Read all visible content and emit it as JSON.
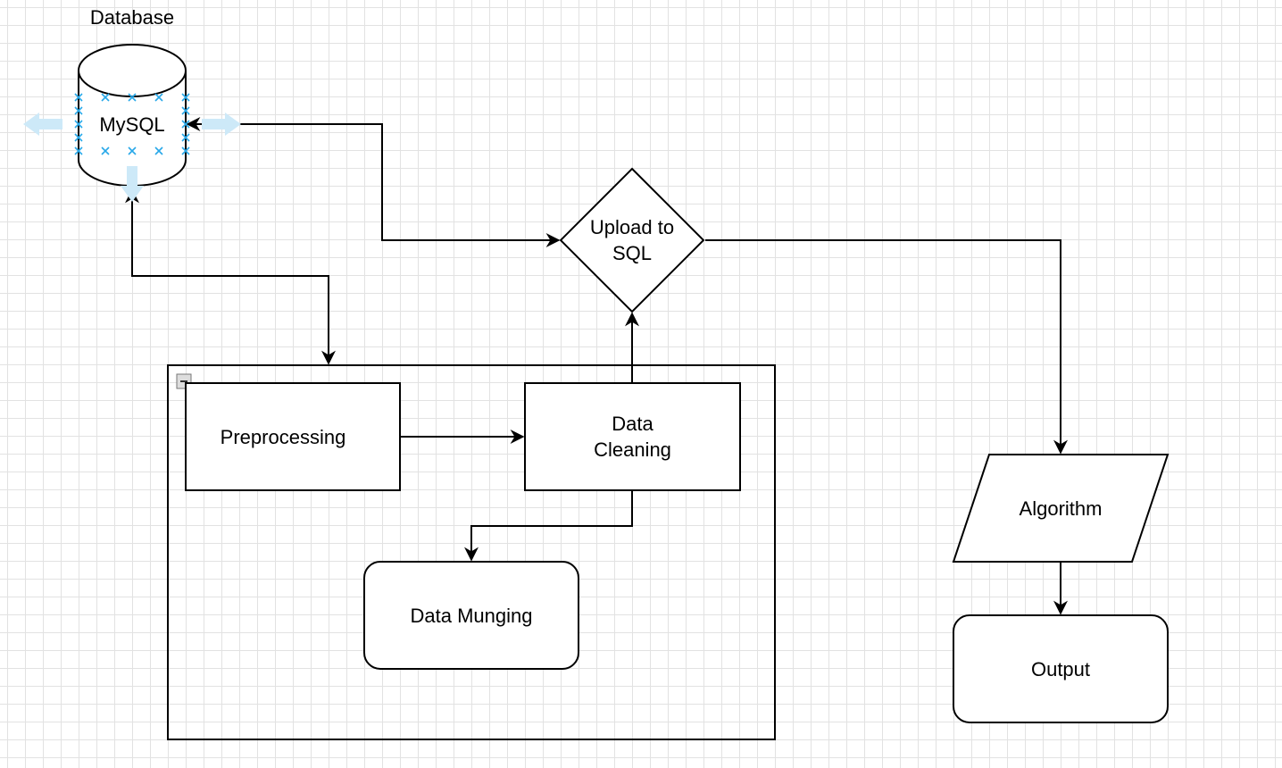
{
  "diagram": {
    "database_caption": "Database",
    "mysql_label": "MySQL",
    "upload_label": "Upload to\nSQL",
    "preprocessing_label": "Preprocessing",
    "data_cleaning_label": "Data\nCleaning",
    "data_munging_label": "Data Munging",
    "algorithm_label": "Algorithm",
    "output_label": "Output",
    "collapse_glyph": "−"
  },
  "colors": {
    "stroke": "#000000",
    "selection": "#29a8e8",
    "grid": "#e2e2e2"
  }
}
